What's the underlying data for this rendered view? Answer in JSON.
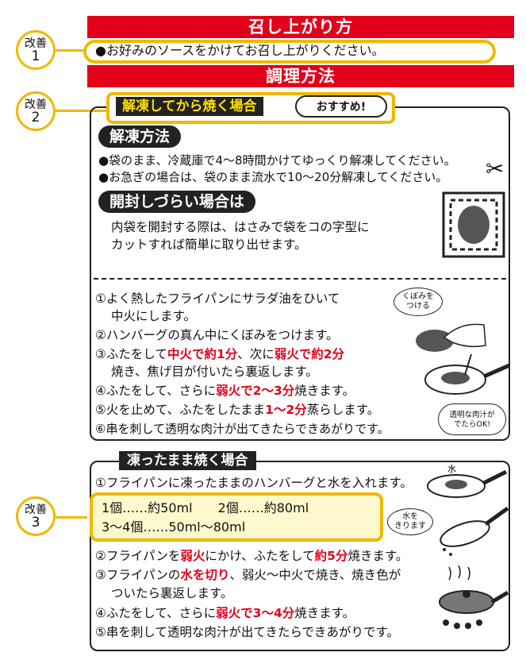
{
  "header": {
    "serving_title": "召し上がり方",
    "serving_note": "●お好みのソースをかけてお召し上がりください。",
    "cooking_title": "調理方法"
  },
  "kaizen_badges": [
    {
      "label": "改善",
      "num": "1"
    },
    {
      "label": "改善",
      "num": "2"
    },
    {
      "label": "改善",
      "num": "3"
    }
  ],
  "thawed": {
    "heading": "解凍してから焼く場合",
    "recommend": "おすすめ!",
    "thaw_method_title": "解凍方法",
    "thaw_lines": [
      "●袋のまま、冷蔵庫で4〜8時間かけてゆっくり解凍してください。",
      "●お急ぎの場合は、袋のまま流水で10〜20分解凍してください。"
    ],
    "hard_open_title": "開封しづらい場合は",
    "hard_open_lines": [
      "内袋を開封する際は、はさみで袋をコの字型に",
      "カットすれば簡単に取り出せます。"
    ],
    "steps": {
      "s1a": "①よく熱したフライパンにサラダ油をひいて",
      "s1b": "中火にします。",
      "s2": "②ハンバーグの真ん中にくぼみをつけます。",
      "s3_pre": "③ふたをして",
      "s3_red1": "中火で約1分",
      "s3_mid": "、次に",
      "s3_red2": "弱火で約2分",
      "s3b": "焼き、焦げ目が付いたら裏返します。",
      "s4_pre": "④ふたをして、さらに",
      "s4_red": "弱火で2〜3分",
      "s4_post": "焼きます。",
      "s5_pre": "⑤火を止めて、ふたをしたまま",
      "s5_red": "1〜2分",
      "s5_post": "蒸らします。",
      "s6": "⑥串を刺して透明な肉汁が出てきたらできあがりです。"
    },
    "bubble_dent": "くぼみを\nつける",
    "bubble_juice": "透明な肉汁が\nでたらOK!"
  },
  "frozen": {
    "heading": "凍ったまま焼く場合",
    "s1": "①フライパンに凍ったままのハンバーグと水を入れます。",
    "amount_line1": "1個……約50ml　　2個……約80ml",
    "amount_line2": "3〜4個……50ml〜80ml",
    "s2_pre": "②フライパンを",
    "s2_red1": "弱火",
    "s2_mid": "にかけ、ふたをして",
    "s2_red2": "約5分",
    "s2_post": "焼きます。",
    "s3_pre": "③フライパンの",
    "s3_red": "水を切り",
    "s3_post": "、弱火〜中火で焼き、焼き色が",
    "s3b": "ついたら裏返します。",
    "s4_pre": "④ふたをして、さらに",
    "s4_red": "弱火で3〜4分",
    "s4_post": "焼きます。",
    "s5": "⑤串を刺して透明な肉汁が出てきたらできあがりです。",
    "label_water": "水",
    "bubble_drain": "水を\nきります"
  },
  "colors": {
    "red": "#e2001a",
    "yellow": "#f0b800",
    "black": "#222222"
  }
}
